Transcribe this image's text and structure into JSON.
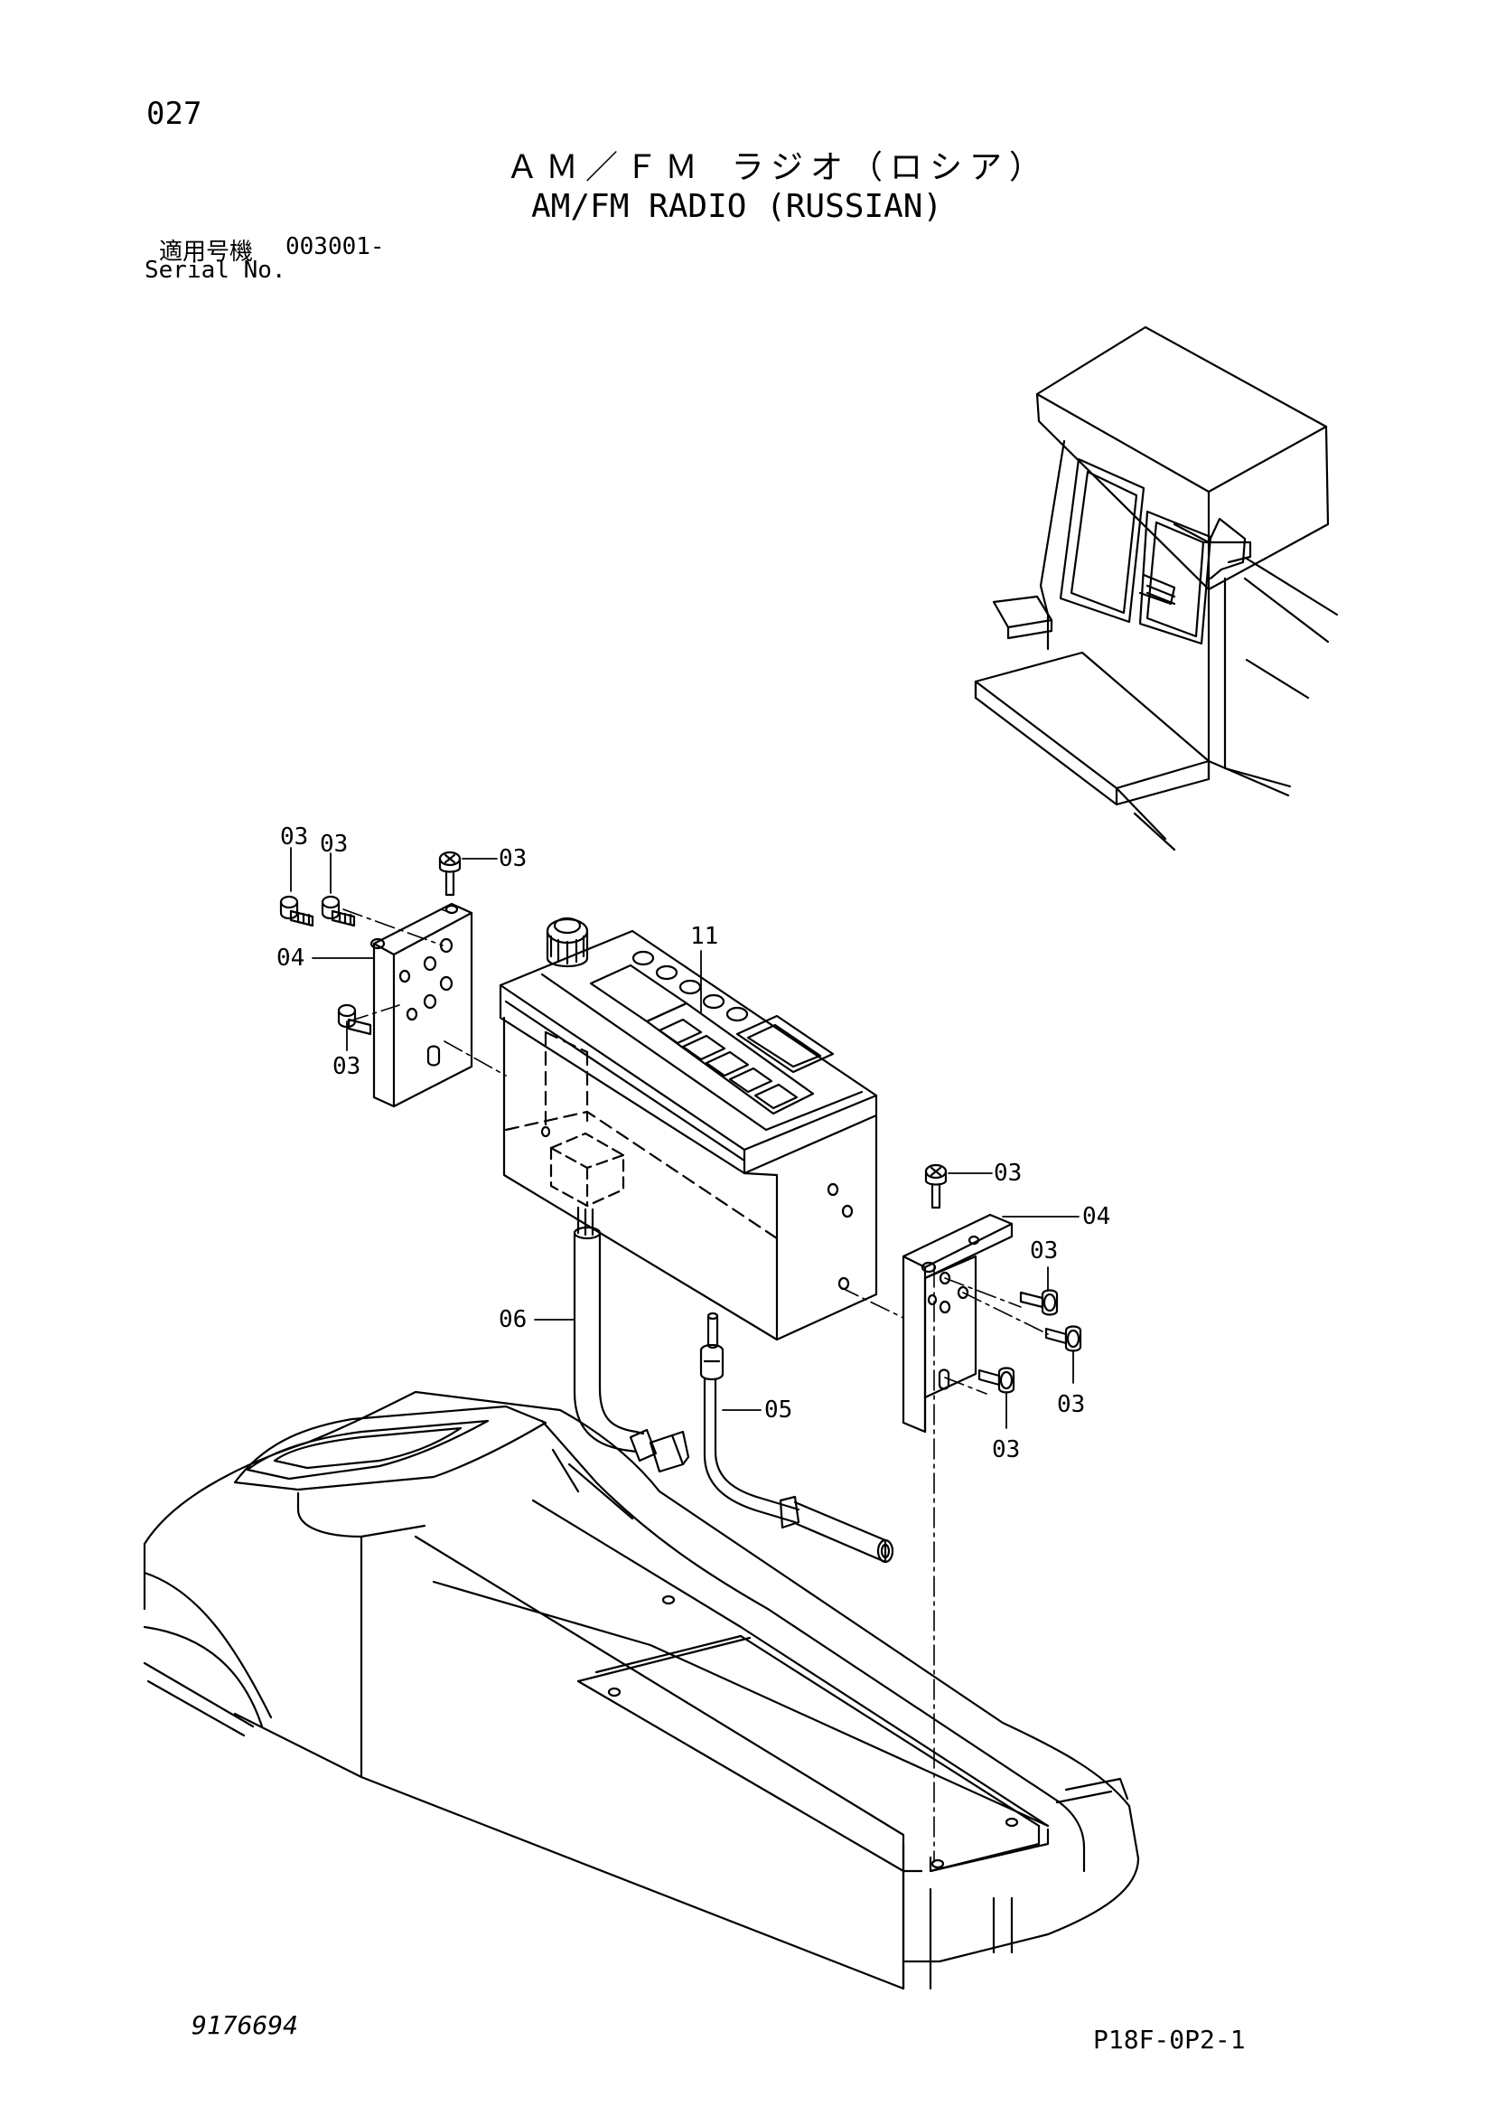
{
  "header": {
    "page_number": "027",
    "title_ja": "ＡＭ／ＦＭ ラジオ（ロシア）",
    "title_en": "AM/FM RADIO (RUSSIAN)",
    "serial_label_ja": "適用号機",
    "serial_value": "003001-",
    "serial_label_en": "Serial No."
  },
  "callouts": {
    "p03": "03",
    "p04": "04",
    "p05": "05",
    "p06": "06",
    "p11": "11"
  },
  "footer": {
    "document_number": "9176694",
    "page_code": "P18F-0P2-1"
  }
}
